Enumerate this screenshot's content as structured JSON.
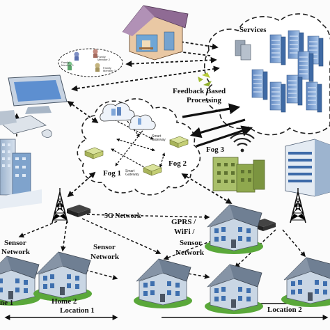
{
  "labels": {
    "services": "Services",
    "feedback_line1": "Feedback Based",
    "feedback_line2": "Processing",
    "fog1": "Fog 1",
    "fog2": "Fog 2",
    "fog3": "Fog 3",
    "net5g": "5G Network",
    "gprs_line1": "GPRS /",
    "gprs_line2": "WiFi /",
    "sensor_left_1": "Sensor",
    "sensor_left_2": "Network",
    "sensor_mid_1": "Sensor",
    "sensor_mid_2": "Network",
    "sensor_right_1": "Sensor",
    "sensor_right_2": "Network",
    "home1": "ne 1",
    "home2": "Home 2",
    "location1": "Location 1",
    "location2": "Location 2",
    "gateway_top": "Smart\nGateway",
    "gateway_bottom": "Smart\nGateway",
    "family_1": "Family\nMember 2",
    "family_2": "Family\nMember 1",
    "family_3": "Family\nMember 3"
  },
  "icons": [
    "house-icon",
    "cloud-icon",
    "server-icon",
    "computer-icon",
    "building-icon",
    "tower-icon",
    "router-icon",
    "recycle-icon",
    "wifi-icon"
  ],
  "colors": {
    "arrow": "#111111",
    "cloud_stroke": "#222222",
    "server_blue": "#7fa6d8",
    "grass": "#5aa83a",
    "house_wall": "#c9d6e4",
    "roof": "#6f7f93"
  }
}
